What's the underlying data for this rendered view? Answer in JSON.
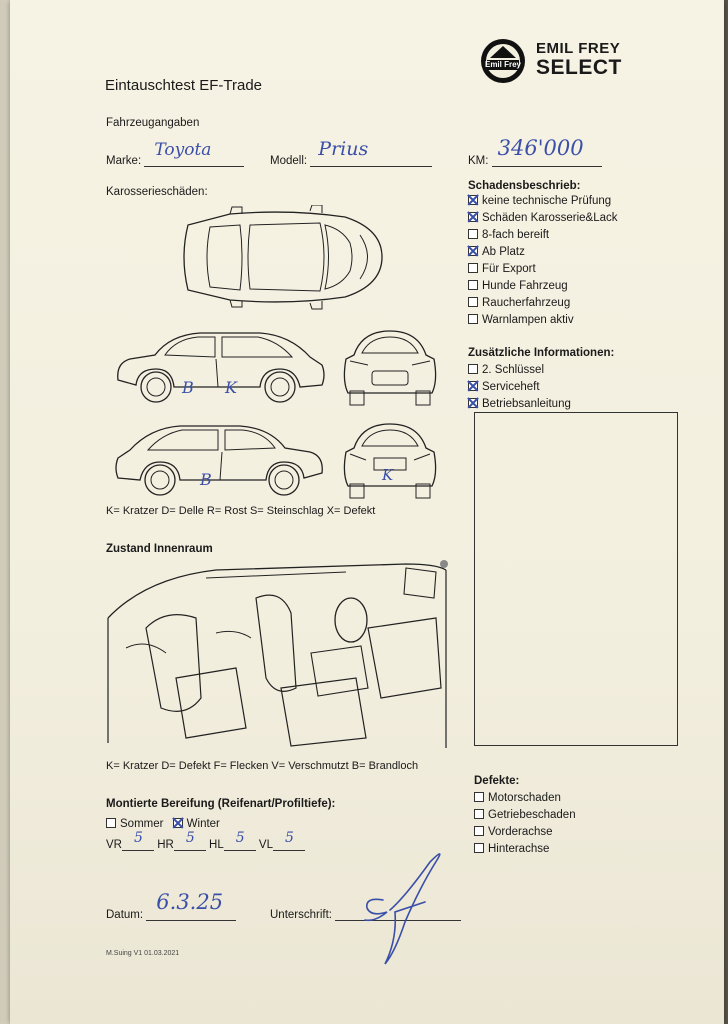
{
  "form": {
    "title": "Eintauschtest EF-Trade",
    "footer_code": "M.Suing V1 01.03.2021"
  },
  "logo": {
    "badge_text": "Emil Frey",
    "line1": "EMIL FREY",
    "line2": "SELECT"
  },
  "vehicle": {
    "section": "Fahrzeugangaben",
    "make_label": "Marke:",
    "make_value": "Toyota",
    "model_label": "Modell:",
    "model_value": "Prius",
    "km_label": "KM:",
    "km_value": "346'000"
  },
  "body_damage": {
    "section": "Karosserieschäden:",
    "marks": [
      "B",
      "K",
      "B",
      "K"
    ],
    "legend": "K= Kratzer D= Delle R= Rost S= Steinschlag X= Defekt"
  },
  "damage_description": {
    "section": "Schadensbeschrieb:",
    "items": [
      {
        "label": "keine technische Prüfung",
        "checked": true
      },
      {
        "label": "Schäden Karosserie&Lack",
        "checked": true
      },
      {
        "label": "8-fach bereift",
        "checked": false
      },
      {
        "label": "Ab Platz",
        "checked": true
      },
      {
        "label": "Für Export",
        "checked": false
      },
      {
        "label": "Hunde Fahrzeug",
        "checked": false
      },
      {
        "label": "Raucherfahrzeug",
        "checked": false
      },
      {
        "label": "Warnlampen aktiv",
        "checked": false
      }
    ]
  },
  "additional_info": {
    "section": "Zusätzliche Informationen:",
    "items": [
      {
        "label": "2. Schlüssel",
        "checked": false
      },
      {
        "label": "Serviceheft",
        "checked": true
      },
      {
        "label": "Betriebsanleitung",
        "checked": true
      }
    ]
  },
  "interior": {
    "section": "Zustand Innenraum",
    "legend": "K= Kratzer D= Defekt F= Flecken V= Verschmutzt B= Brandloch"
  },
  "tires": {
    "section": "Montierte Bereifung (Reifenart/Profiltiefe):",
    "summer_label": "Sommer",
    "summer_checked": false,
    "winter_label": "Winter",
    "winter_checked": true,
    "vr_label": "VR",
    "vr_value": "5",
    "hr_label": "HR",
    "hr_value": "5",
    "hl_label": "HL",
    "hl_value": "5",
    "vl_label": "VL",
    "vl_value": "5"
  },
  "defects": {
    "section": "Defekte:",
    "items": [
      {
        "label": "Motorschaden",
        "checked": false
      },
      {
        "label": "Getriebeschaden",
        "checked": false
      },
      {
        "label": "Vorderachse",
        "checked": false
      },
      {
        "label": "Hinterachse",
        "checked": false
      }
    ]
  },
  "signoff": {
    "date_label": "Datum:",
    "date_value": "6.3.25",
    "signature_label": "Unterschrift:"
  }
}
